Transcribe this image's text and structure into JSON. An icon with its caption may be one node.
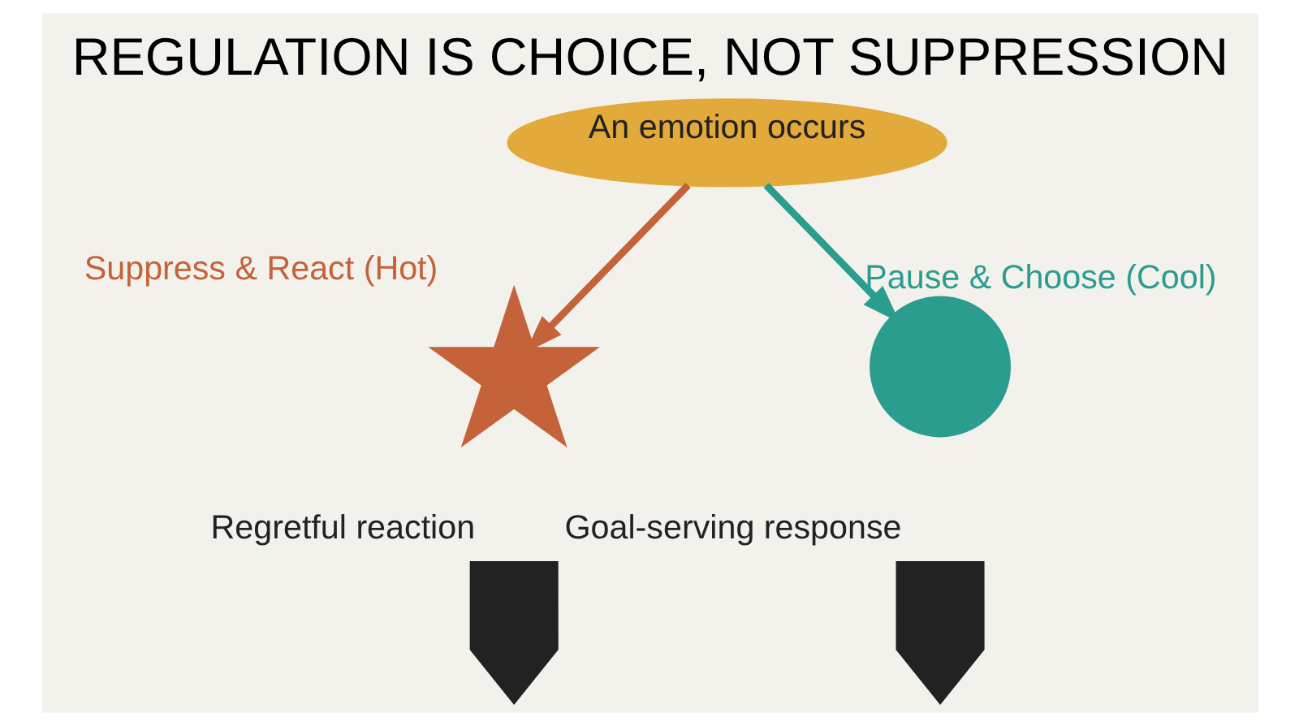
{
  "diagram": {
    "title": "REGULATION IS CHOICE, NOT SUPPRESSION",
    "nodes": [
      {
        "text": [
          "An emotion occurs"
        ]
      },
      {
        "text": [],
        "shape": "scribble",
        "beside": [
          "Suppress & React (Hot)"
        ]
      },
      {
        "text": [],
        "shape": "circle",
        "beside": [
          "Pause & Choose (Cool)"
        ]
      },
      {
        "text": [],
        "shape": "person",
        "beside": [
          "Regretful reaction"
        ]
      },
      {
        "text": [],
        "shape": "person",
        "beside": [
          "Goal-serving response"
        ]
      }
    ],
    "edges": [
      {
        "from": 0,
        "to": 1,
        "arrow": "to",
        "color": "#c4623a"
      },
      {
        "from": 0,
        "to": 2,
        "arrow": "to",
        "color": "#2a9d8f"
      }
    ]
  }
}
